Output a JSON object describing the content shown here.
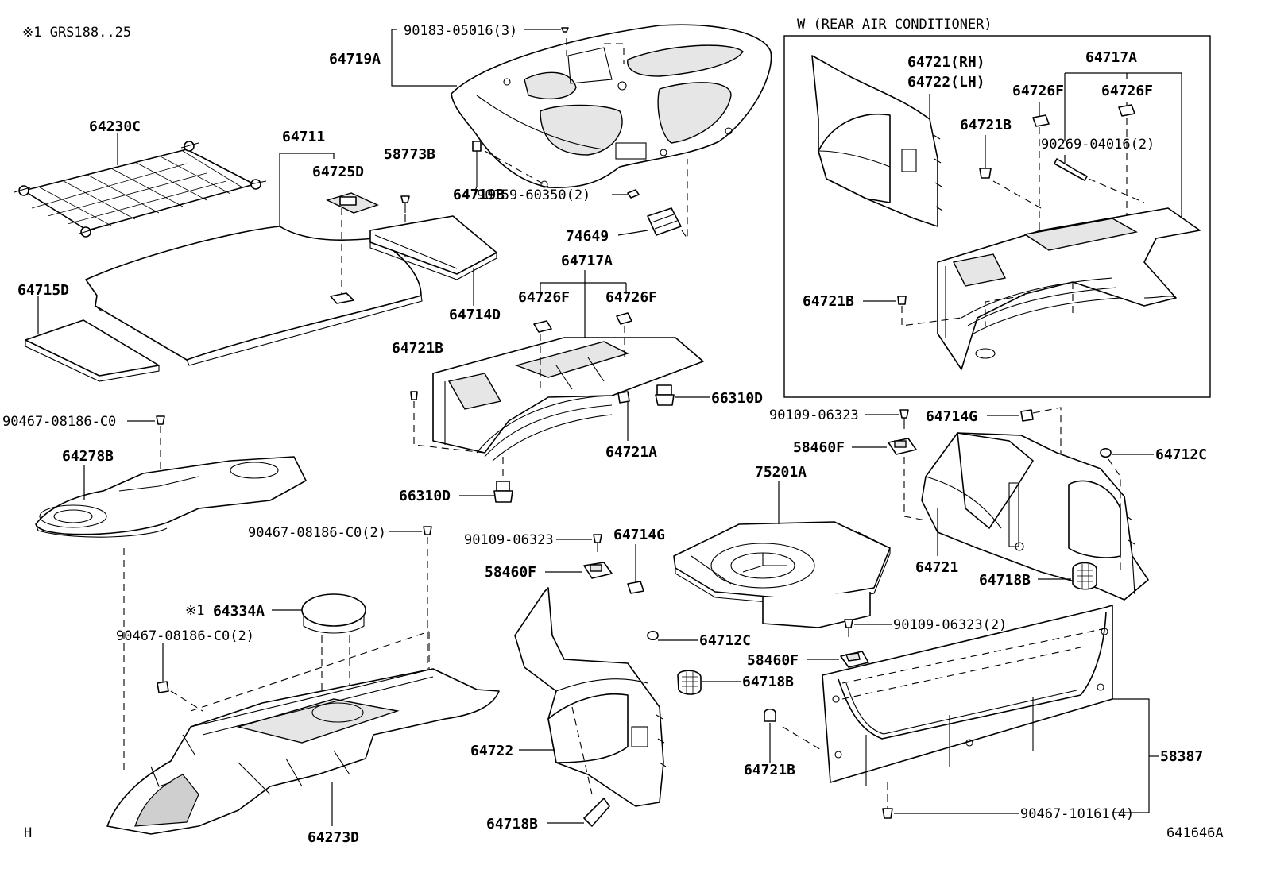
{
  "notes": {
    "variant_note": "※1 GRS188..25",
    "inset_title": "W (REAR AIR CONDITIONER)",
    "corner_left": "H",
    "diagram_id": "641646A",
    "ref_mark": "※1"
  },
  "labels": {
    "p90183_05016": "90183-05016(3)",
    "p64719A": "64719A",
    "p64230C": "64230C",
    "p64711": "64711",
    "p64725D": "64725D",
    "p58773B": "58773B",
    "p64719B": "64719B",
    "p90159_60350": "90159-60350(2)",
    "p74649": "74649",
    "p64715D": "64715D",
    "p64714D": "64714D",
    "p64717A_main": "64717A",
    "p64726F_l": "64726F",
    "p64726F_r": "64726F",
    "p64721B_main": "64721B",
    "p66310D_r": "66310D",
    "p64721A": "64721A",
    "p66310D_b": "66310D",
    "p90467_08186_a": "90467-08186-C0",
    "p64278B": "64278B",
    "p90467_08186_b": "90467-08186-C0(2)",
    "p64334A": "64334A",
    "p90467_08186_c": "90467-08186-C0(2)",
    "p64273D": "64273D",
    "p90109_06323_m": "90109-06323",
    "p64714G_m": "64714G",
    "p58460F_m": "58460F",
    "p64712C_m": "64712C",
    "p64718B_m": "64718B",
    "p64722": "64722",
    "p64718B_b": "64718B",
    "p75201A": "75201A",
    "p90109_06323_r": "90109-06323",
    "p58460F_r": "58460F",
    "p64714G_r": "64714G",
    "p64712C_r": "64712C",
    "p64721": "64721",
    "p64718B_r": "64718B",
    "p90109_06323_2": "90109-06323(2)",
    "p58460F_2": "58460F",
    "p64721B_b": "64721B",
    "p58387": "58387",
    "p90467_10161": "90467-10161(4)",
    "w64721RH": "64721(RH)",
    "w64722LH": "64722(LH)",
    "w64717A": "64717A",
    "w64726F_l": "64726F",
    "w64726F_r": "64726F",
    "w64721B_t": "64721B",
    "w90269_04016": "90269-04016(2)",
    "w64721B_b": "64721B"
  }
}
